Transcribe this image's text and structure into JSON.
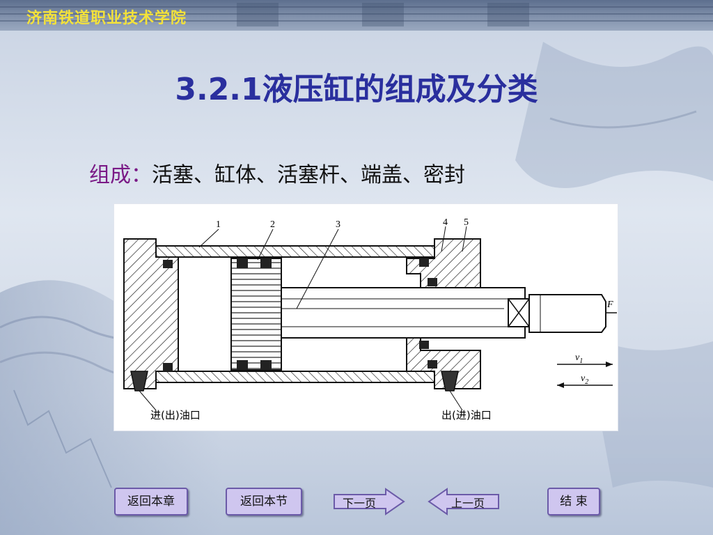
{
  "header": {
    "school_name": "济南铁道职业技术学院"
  },
  "slide": {
    "title": "3.2.1液压缸的组成及分类",
    "components_label": "组成：",
    "components_text": "活塞、缸体、活塞杆、端盖、密封"
  },
  "diagram": {
    "part_numbers": [
      "1",
      "2",
      "3",
      "4",
      "5"
    ],
    "force_label": "F",
    "velocity_1_label": "v",
    "velocity_1_sub": "1",
    "velocity_2_label": "v",
    "velocity_2_sub": "2",
    "port_left_label": "进(出)油口",
    "port_right_label": "出(进)油口"
  },
  "nav": {
    "back_chapter": "返回本章",
    "back_section": "返回本节",
    "next_page": "下一页",
    "prev_page": "上一页",
    "end": "结 束"
  },
  "colors": {
    "title": "#2a2f9e",
    "school_name": "#f4e23a",
    "components_label": "#7a1a86",
    "button_fill": "#cfc6ef",
    "button_border": "#6b5aa8"
  }
}
